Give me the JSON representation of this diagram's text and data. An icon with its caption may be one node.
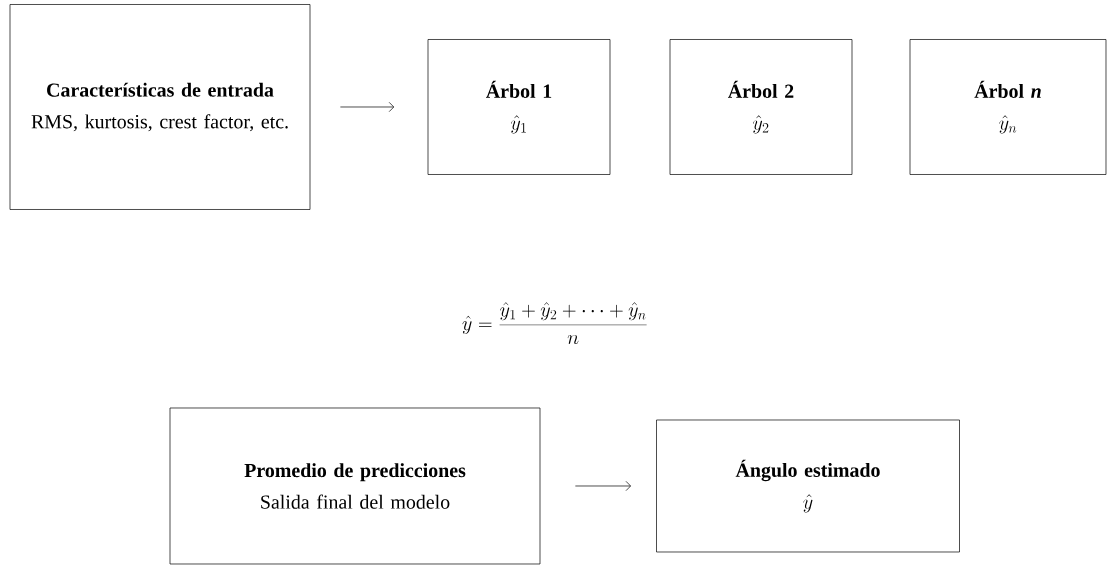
{
  "diagram": {
    "nodes": [
      {
        "text": [
          "Características de entrada",
          "RMS, kurtosis, crest factor, etc."
        ]
      },
      {
        "text": [
          "Árbol 1",
          "\\hat{y}_1"
        ]
      },
      {
        "text": [
          "Árbol 2",
          "\\hat{y}_2"
        ]
      },
      {
        "text": [
          "Árbol *n*",
          "\\hat{y}_n"
        ]
      },
      {
        "text": [
          "Promedio de predicciones",
          "Salida final del modelo"
        ]
      },
      {
        "text": [
          "Ángulo estimado",
          "\\hat{y}"
        ]
      }
    ],
    "edges": [
      {
        "from": 0,
        "to": 1,
        "arrow": "to"
      },
      {
        "from": 4,
        "to": 5,
        "arrow": "to"
      }
    ],
    "labels": [
      "\\hat{y} = \\frac{\\hat{y}_1 + \\hat{y}_2 + \\cdots + \\hat{y}_n}{n}"
    ]
  }
}
